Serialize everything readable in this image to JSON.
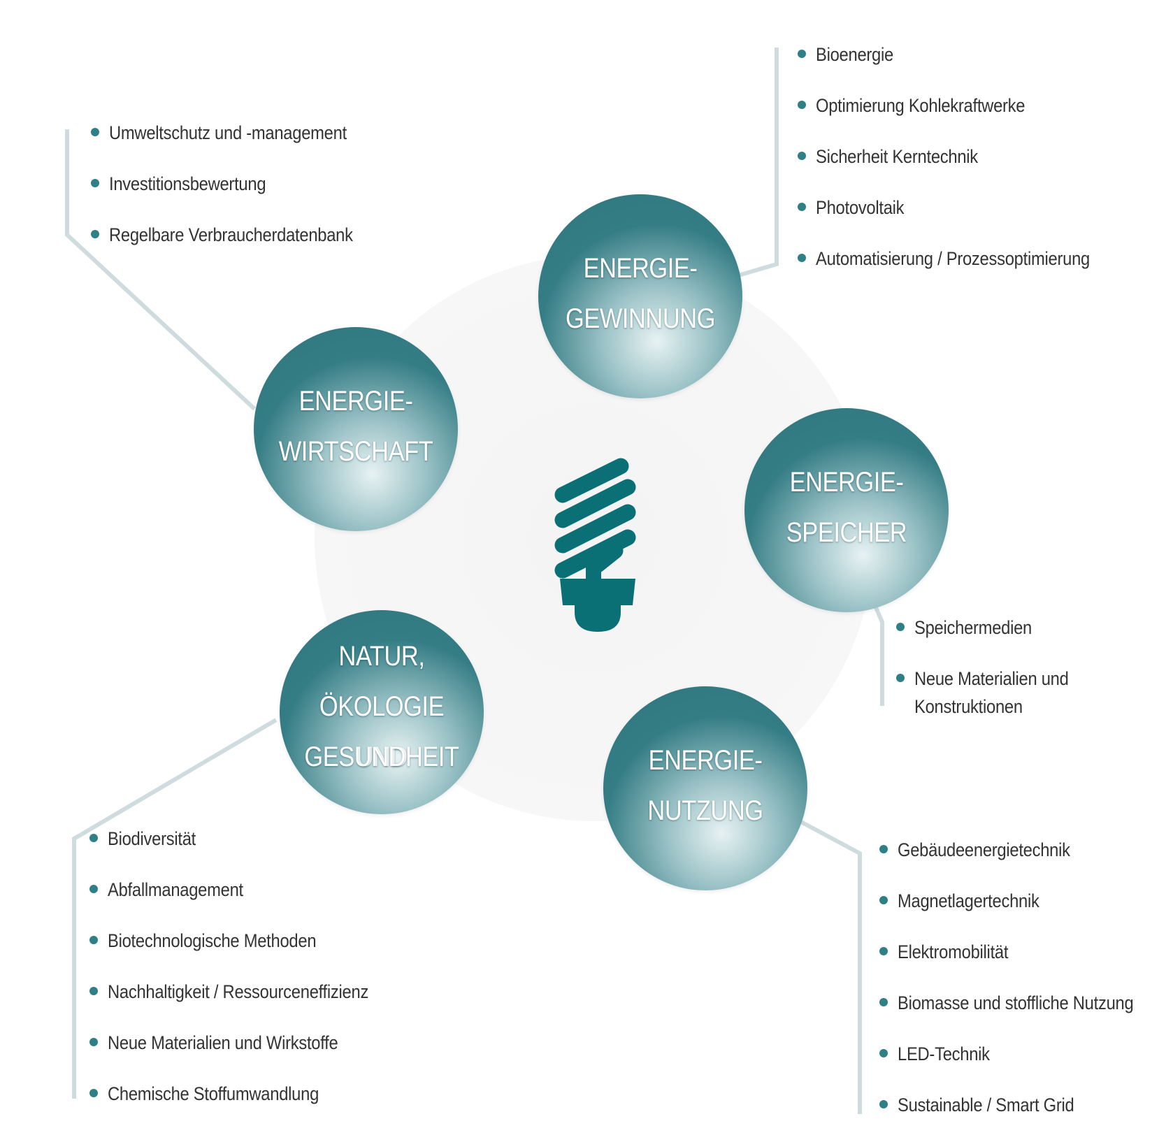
{
  "colors": {
    "node_dark": "#357d85",
    "node_light": "#e8f2f3",
    "connector": "#cfdcdf",
    "bulb": "#0b6f76",
    "bullet": "#2f7f86",
    "text": "#333333",
    "backdrop": "#f5f5f5"
  },
  "center_icon": "lightbulb-icon",
  "nodes": [
    {
      "id": "energiewirtschaft",
      "lines": [
        "ENERGIE-",
        "WIRTSCHAFT"
      ],
      "items": [
        "Umweltschutz und -management",
        "Investitionsbewertung",
        "Regelbare Verbraucherdatenbank"
      ]
    },
    {
      "id": "energiegewinnung",
      "lines": [
        "ENERGIE-",
        "GEWINNUNG"
      ],
      "items": [
        "Bioenergie",
        "Optimierung Kohlekraftwerke",
        "Sicherheit Kerntechnik",
        "Photovoltaik",
        "Automatisierung / Prozessoptimierung"
      ]
    },
    {
      "id": "energiespeicher",
      "lines": [
        "ENERGIE-",
        "SPEICHER"
      ],
      "items": [
        "Speichermedien",
        "Neue Materialien und Konstruktionen"
      ]
    },
    {
      "id": "energienutzung",
      "lines": [
        "ENERGIE-",
        "NUTZUNG"
      ],
      "items": [
        "Gebäudeenergietechnik",
        "Magnetlagertechnik",
        "Elektromobilität",
        "Biomasse und stoffliche Nutzung",
        "LED-Technik",
        "Sustainable / Smart Grid"
      ]
    },
    {
      "id": "natur",
      "lines": [
        "NATUR,",
        "ÖKOLOGIE UND",
        "GESUNDHEIT"
      ],
      "items": [
        "Biodiversität",
        "Abfallmanagement",
        "Biotechnologische Methoden",
        "Nachhaltigkeit / Ressourceneffizienz",
        "Neue Materialien und Wirkstoffe",
        "Chemische Stoffumwandlung"
      ]
    }
  ]
}
